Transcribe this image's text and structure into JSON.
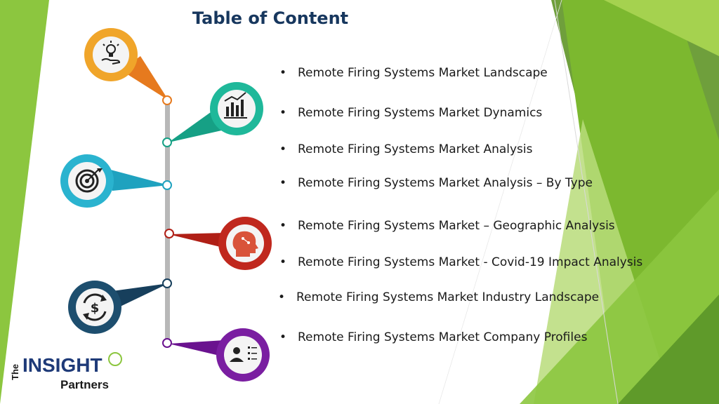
{
  "title": "Table of Content",
  "toc_items": [
    "Remote Firing Systems Market Landscape",
    "Remote Firing Systems Market Dynamics",
    "Remote Firing Systems Market Analysis",
    "Remote Firing Systems Market Analysis – By Type",
    "Remote Firing Systems Market – Geographic Analysis",
    "Remote Firing Systems Market - Covid-19 Impact Analysis",
    "Remote Firing Systems Market Industry Landscape",
    "Remote Firing Systems Market Company Profiles"
  ],
  "bullet": "•",
  "icons": [
    "lightbulb-hand-icon",
    "bar-chart-icon",
    "target-icon",
    "brain-head-icon",
    "dollar-cycle-icon",
    "person-list-icon"
  ],
  "logo": {
    "the": "The",
    "insight": "INSIGHT",
    "partners": "Partners"
  },
  "colors": {
    "green": "#7cb82f",
    "title": "#17375e",
    "orange": "#f0a52a",
    "teal": "#1fb89a",
    "cyan": "#2ab3cf",
    "red": "#c0281e",
    "navy": "#1d4e6e",
    "purple": "#7a1ea1"
  }
}
